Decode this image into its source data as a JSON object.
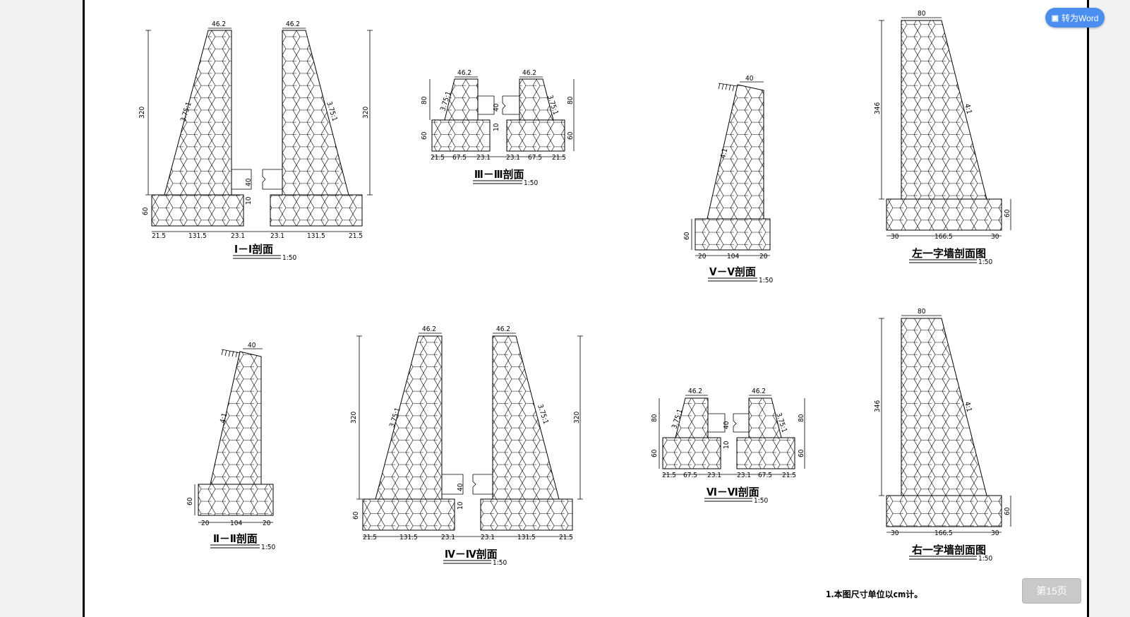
{
  "toolbar": {
    "convert_label": "转为Word",
    "page_label": "第15页"
  },
  "note": "1.本图尺寸单位以cm计。",
  "sections": {
    "s1": {
      "title": "Ⅰ－Ⅰ剖面",
      "scale": "1:50",
      "top": "46.2",
      "height": "320",
      "base_h": "60",
      "slope": "3.75:1",
      "gap": "40",
      "gap2": "10",
      "b1": "21.5",
      "b2": "131.5",
      "b3": "23.1",
      "b4": "23.1",
      "b5": "131.5",
      "b6": "21.5"
    },
    "s2": {
      "title": "Ⅱ－Ⅱ剖面",
      "scale": "1:50",
      "top": "40",
      "slope": "4:1",
      "base_h": "60",
      "b1": "20",
      "b2": "104",
      "b3": "20"
    },
    "s3": {
      "title": "Ⅲ－Ⅲ剖面",
      "scale": "1:50",
      "top": "46.2",
      "height": "80",
      "base_h": "60",
      "slope": "3.75:1",
      "gap": "40",
      "gap2": "10",
      "b1": "21.5",
      "b2": "67.5",
      "b3": "23.1",
      "b4": "23.1",
      "b5": "67.5",
      "b6": "21.5"
    },
    "s4": {
      "title": "Ⅳ－Ⅳ剖面",
      "scale": "1:50",
      "top": "46.2",
      "height": "320",
      "base_h": "60",
      "slope": "3.75:1",
      "gap": "40",
      "gap2": "10",
      "b1": "21.5",
      "b2": "131.5",
      "b3": "23.1",
      "b4": "23.1",
      "b5": "131.5",
      "b6": "21.5"
    },
    "s5": {
      "title": "Ⅴ－Ⅴ剖面",
      "scale": "1:50",
      "top": "40",
      "slope": "4:1",
      "base_h": "60",
      "b1": "20",
      "b2": "104",
      "b3": "20"
    },
    "s6": {
      "title": "Ⅵ－Ⅵ剖面",
      "scale": "1:50",
      "top": "46.2",
      "height": "80",
      "base_h": "60",
      "slope": "3.75:1",
      "gap": "40",
      "gap2": "10",
      "b1": "21.5",
      "b2": "67.5",
      "b3": "23.1",
      "b4": "23.1",
      "b5": "67.5",
      "b6": "21.5"
    },
    "left_wall": {
      "title": "左一字墙剖面图",
      "scale": "1:50",
      "top": "80",
      "height": "346",
      "slope": "4:1",
      "base_h": "60",
      "b1": "30",
      "b2": "166.5",
      "b3": "30"
    },
    "right_wall": {
      "title": "右一字墙剖面图",
      "scale": "1:50",
      "top": "80",
      "height": "346",
      "slope": "4:1",
      "base_h": "60",
      "b1": "30",
      "b2": "166.5",
      "b3": "30"
    }
  }
}
